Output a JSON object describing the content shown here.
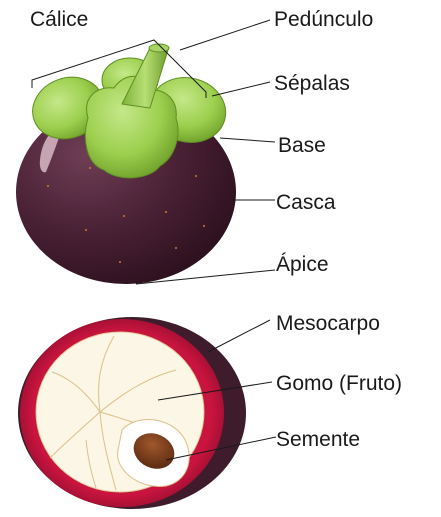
{
  "labels": {
    "calice": "Cálice",
    "pedunculo": "Pedúnculo",
    "sepalas": "Sépalas",
    "base": "Base",
    "casca": "Casca",
    "apice": "Ápice",
    "mesocarpo": "Mesocarpo",
    "gomo": "Gomo (Fruto)",
    "semente": "Semente"
  },
  "colors": {
    "rind_purple": "#4a2434",
    "rind_red": "#c3123d",
    "calyx_green": "#9ccf4d",
    "flesh": "#fbf6e6",
    "seed": "#7a3b1e"
  }
}
